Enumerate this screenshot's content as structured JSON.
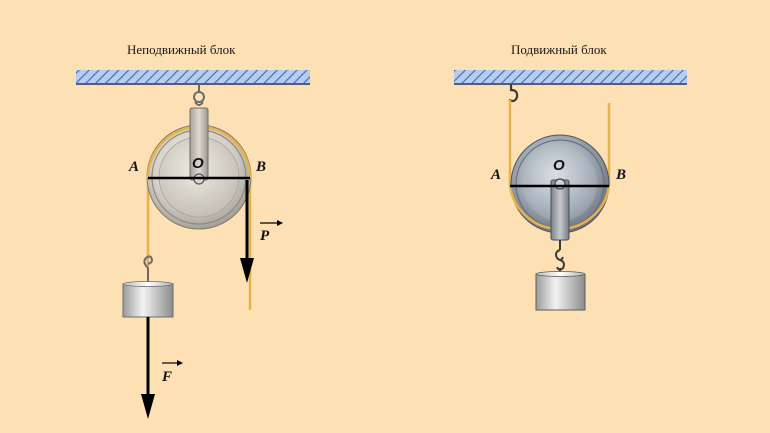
{
  "colors": {
    "background": "#fde0b4",
    "rope": "#e8b24a",
    "ceiling_fill": "#a9c4e6",
    "ceiling_hatch": "#3a66c4",
    "pulley_metal": "#c9c5bd",
    "weight_metal": "#d0d0d0",
    "arrow": "#000000"
  },
  "fixed_pulley": {
    "title": "Неподвижный блок",
    "point_a": "A",
    "point_b": "B",
    "center": "O",
    "force_p": "P",
    "force_f": "F"
  },
  "movable_pulley": {
    "title": "Подвижный блок",
    "point_a": "A",
    "point_b": "B",
    "center": "O"
  }
}
